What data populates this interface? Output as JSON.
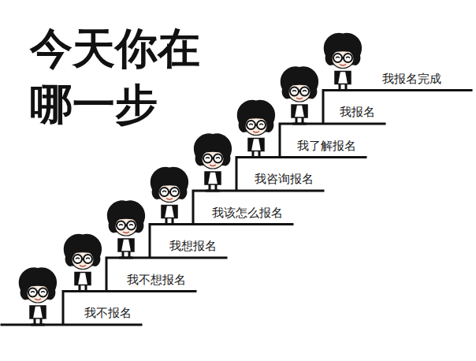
{
  "diagram": {
    "title": "今天你在 哪一步",
    "labels": [
      "我不报名",
      "我不想报名",
      "我想报名",
      "我该怎么报名",
      "我咨询报名",
      "我了解报名",
      "我报名",
      "我报名完成"
    ]
  }
}
